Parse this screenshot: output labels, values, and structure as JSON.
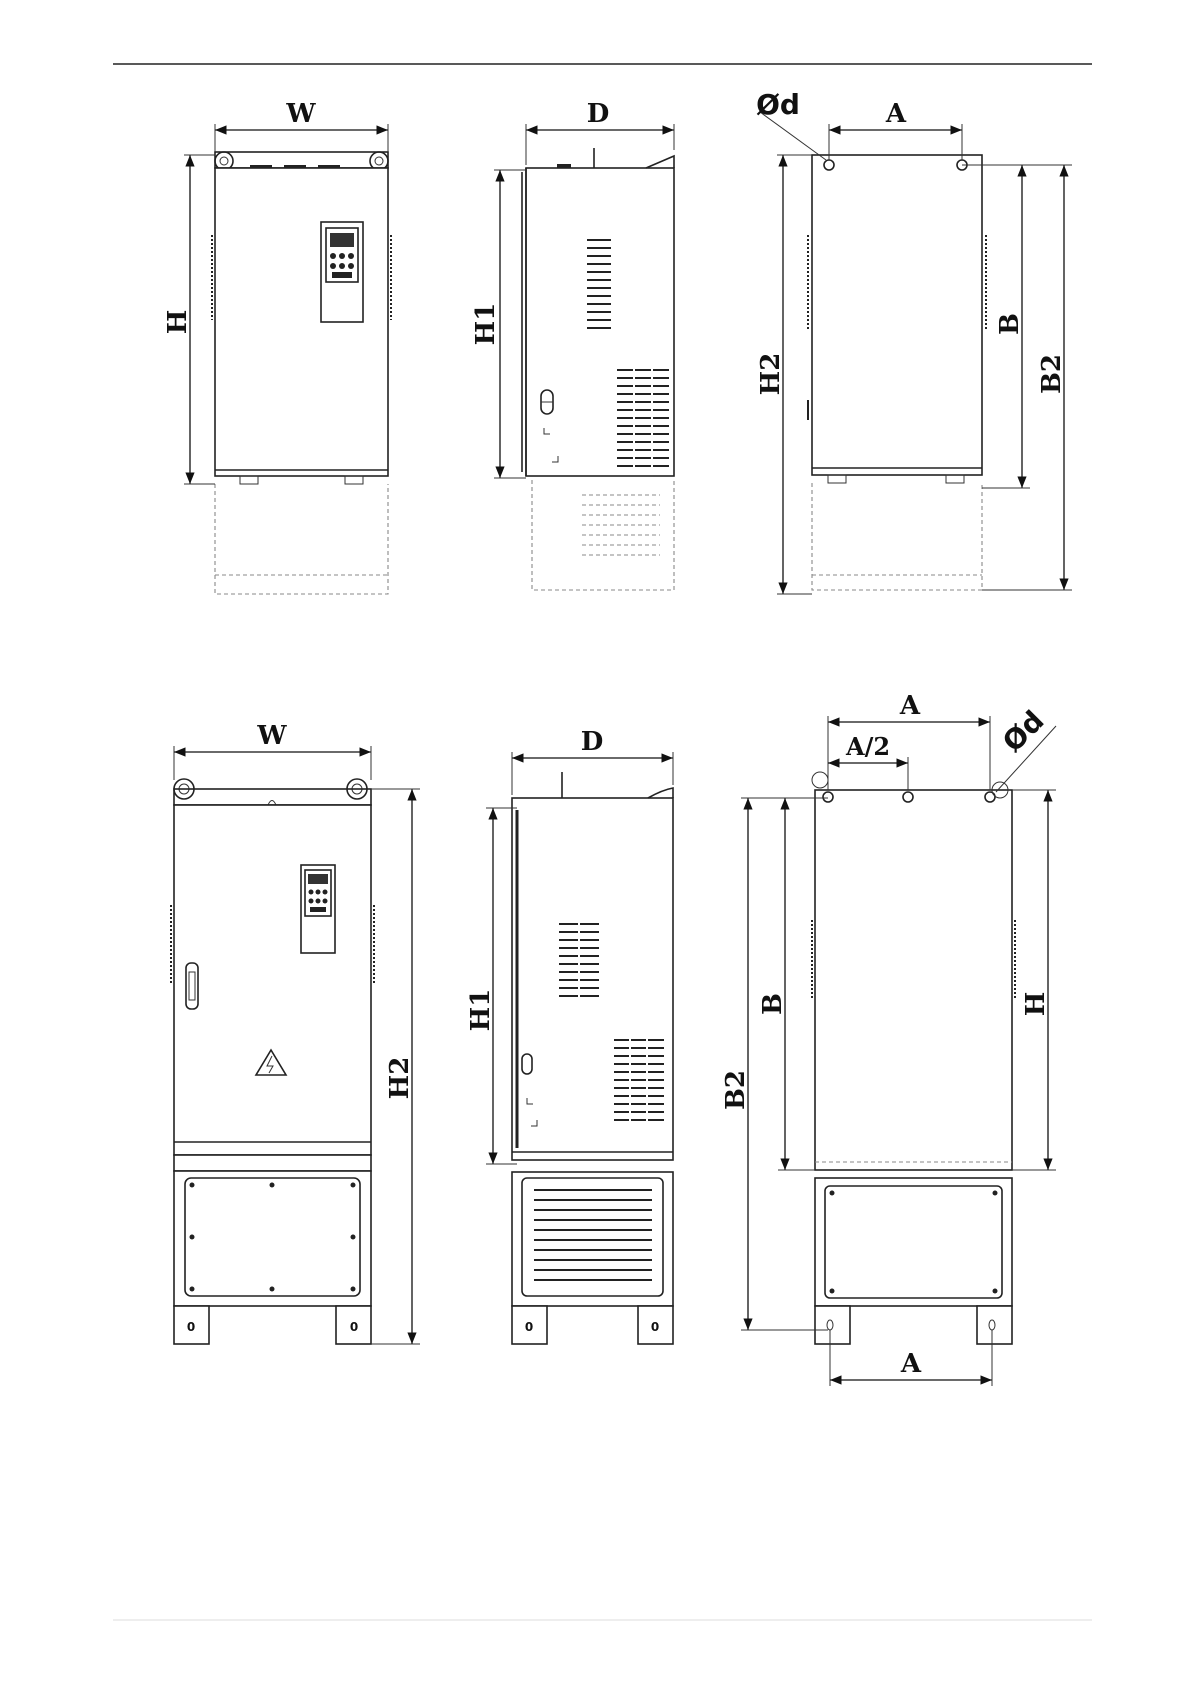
{
  "labels": {
    "top_front_width": "W",
    "top_front_height": "H",
    "top_side_depth": "D",
    "top_side_height": "H1",
    "top_back_hole": "Ød",
    "top_back_a": "A",
    "top_back_h2": "H2",
    "top_back_b": "B",
    "top_back_b2": "B2",
    "bottom_front_width": "W",
    "bottom_front_h2": "H2",
    "bottom_side_depth": "D",
    "bottom_side_h1": "H1",
    "bottom_back_a_top": "A",
    "bottom_back_a_half": "A/2",
    "bottom_back_hole": "Ød",
    "bottom_back_b": "B",
    "bottom_back_b2": "B2",
    "bottom_back_h": "H",
    "bottom_back_a_bottom": "A",
    "foot_mark": "0"
  },
  "colors": {
    "line": "#222222",
    "dashed": "#888888",
    "background": "#ffffff"
  }
}
